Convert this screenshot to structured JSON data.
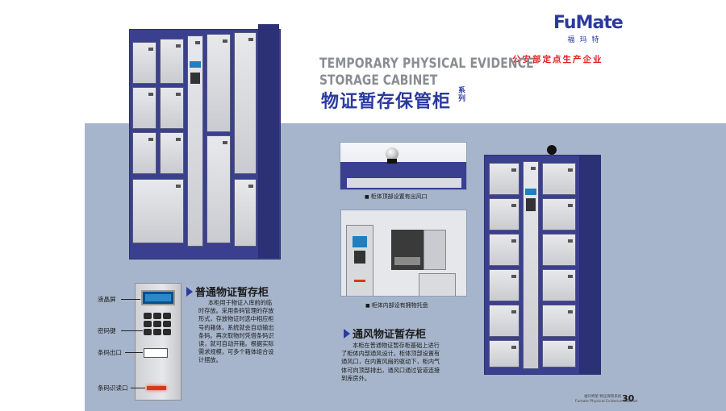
{
  "brand": {
    "logo_text": "FuMate",
    "logo_sub": "福玛特",
    "tagline": "公安部定点生产企业",
    "blue": "#2b3aa0",
    "red": "#e02020"
  },
  "title": {
    "en_line1": "TEMPORARY PHYSICAL EVIDENCE",
    "en_line2": "STORAGE CABINET",
    "cn": "物证暂存保管柜",
    "series": "系列"
  },
  "detail_callouts": {
    "lcd": "液晶屏",
    "keypad": "密码键",
    "barcode_out": "条码出口",
    "barcode_reader": "条码识读口"
  },
  "section1": {
    "title": "普通物证暂存柜",
    "lines": [
      "本柜用于物证入库前的临",
      "时存放。采用条码管理的存放",
      "形式，存放物证时选中相应柜",
      "号的箱体，系统就会自动输出",
      "条码。再次取物时凭借条码识",
      "读，就可自动开箱。根据实际",
      "需求规模，可多个箱体组合设",
      "计摆放。"
    ]
  },
  "section2": {
    "title": "通风物证暂存柜",
    "lines": [
      "本柜在普通物证暂存柜基础上进行",
      "了柜体内部通风设计。柜体顶部设置有",
      "通风口，在内置风扇的驱动下，柜内气",
      "体可向顶部排出，通风口通过管道连接",
      "到库房外。"
    ]
  },
  "captions": {
    "top_vent": "柜体顶部设置有出风口",
    "inner_tray": "柜体内部设有拥物托盘"
  },
  "footer": {
    "cn": "福玛特第 物证保管系统",
    "en": "Fumate Physical Evidence Cabinet",
    "page": "30"
  }
}
